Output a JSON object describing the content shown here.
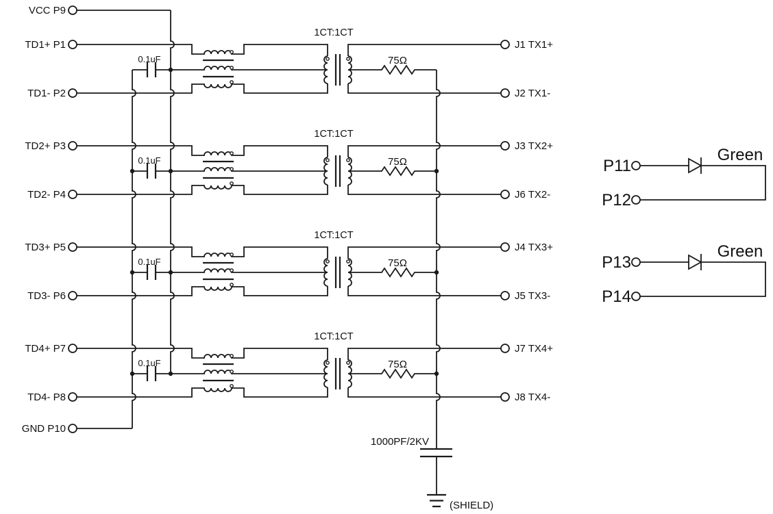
{
  "schematic": {
    "power": {
      "vcc_label": "VCC P9",
      "gnd_label": "GND P10"
    },
    "channels": [
      {
        "in_plus": "TD1+ P1",
        "in_minus": "TD1- P2",
        "ratio": "1CT:1CT",
        "cap": "0.1uF",
        "resistor": "75Ω",
        "out_plus": "J1 TX1+",
        "out_minus": "J2 TX1-"
      },
      {
        "in_plus": "TD2+ P3",
        "in_minus": "TD2- P4",
        "ratio": "1CT:1CT",
        "cap": "0.1uF",
        "resistor": "75Ω",
        "out_plus": "J3 TX2+",
        "out_minus": "J6 TX2-"
      },
      {
        "in_plus": "TD3+ P5",
        "in_minus": "TD3- P6",
        "ratio": "1CT:1CT",
        "cap": "0.1uF",
        "resistor": "75Ω",
        "out_plus": "J4 TX3+",
        "out_minus": "J5 TX3-"
      },
      {
        "in_plus": "TD4+ P7",
        "in_minus": "TD4- P8",
        "ratio": "1CT:1CT",
        "cap": "0.1uF",
        "resistor": "75Ω",
        "out_plus": "J7 TX4+",
        "out_minus": "J8 TX4-"
      }
    ],
    "shield": {
      "cap_label": "1000PF/2KV",
      "ground_label": "(SHIELD)"
    },
    "leds": [
      {
        "top_pin": "P11",
        "bottom_pin": "P12",
        "color": "Green"
      },
      {
        "top_pin": "P13",
        "bottom_pin": "P14",
        "color": "Green"
      }
    ],
    "colors": {
      "ink": "#1a1a1a",
      "background": "#ffffff"
    }
  }
}
